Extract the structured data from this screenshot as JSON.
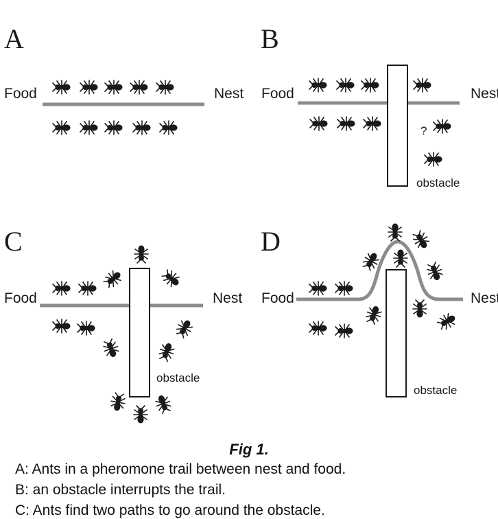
{
  "panels": {
    "A": {
      "letter": "A",
      "food": "Food",
      "nest": "Nest"
    },
    "B": {
      "letter": "B",
      "food": "Food",
      "nest": "Nest",
      "question": "?",
      "obstacle": "obstacle"
    },
    "C": {
      "letter": "C",
      "food": "Food",
      "nest": "Nest",
      "obstacle": "obstacle"
    },
    "D": {
      "letter": "D",
      "food": "Food",
      "nest": "Nest",
      "obstacle": "obstacle"
    }
  },
  "figure": {
    "title": "Fig 1.",
    "captions": [
      "A: Ants in a pheromone trail between nest and food.",
      "B: an obstacle interrupts the trail.",
      "C: Ants find two paths to go around the obstacle."
    ]
  },
  "colors": {
    "trail": "#8c8c8c",
    "ant": "#1a1a1a"
  }
}
